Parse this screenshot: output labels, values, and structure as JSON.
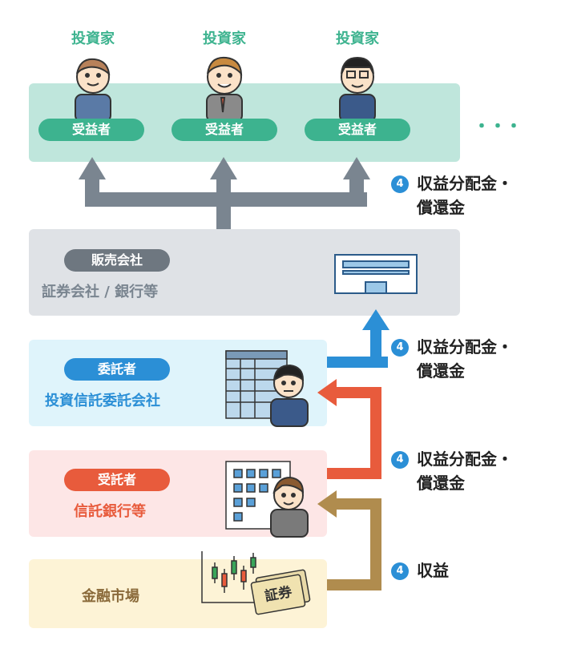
{
  "investors": [
    {
      "label": "投資家",
      "role": "受益者"
    },
    {
      "label": "投資家",
      "role": "受益者"
    },
    {
      "label": "投資家",
      "role": "受益者"
    }
  ],
  "more": "・・・",
  "seller": {
    "badge": "販売会社",
    "desc": "証券会社 / 銀行等"
  },
  "settlor": {
    "badge": "委託者",
    "desc": "投資信託委託会社"
  },
  "trustee": {
    "badge": "受託者",
    "desc": "信託銀行等"
  },
  "market": {
    "desc": "金融市場",
    "certificate": "証券"
  },
  "steps": [
    {
      "num": "4",
      "line1": "収益分配金・",
      "line2": "償還金"
    },
    {
      "num": "4",
      "line1": "収益分配金・",
      "line2": "償還金"
    },
    {
      "num": "4",
      "line1": "収益分配金・",
      "line2": "償還金"
    },
    {
      "num": "4",
      "line1": "収益",
      "line2": ""
    }
  ],
  "colors": {
    "investor_panel": "#bfe6dc",
    "role_pill": "#3db38f",
    "seller_panel": "#dfe2e6",
    "seller_pill": "#6e7780",
    "settlor_panel": "#dff4fb",
    "settlor_pill": "#2b8fd6",
    "trustee_panel": "#fde6e6",
    "trustee_pill": "#e85b3c",
    "market_panel": "#fdf3d6",
    "gray_arrow": "#7a8590",
    "blue_arrow": "#2b8fd6",
    "red_arrow": "#e85b3c",
    "gold_arrow": "#b08c4e"
  }
}
